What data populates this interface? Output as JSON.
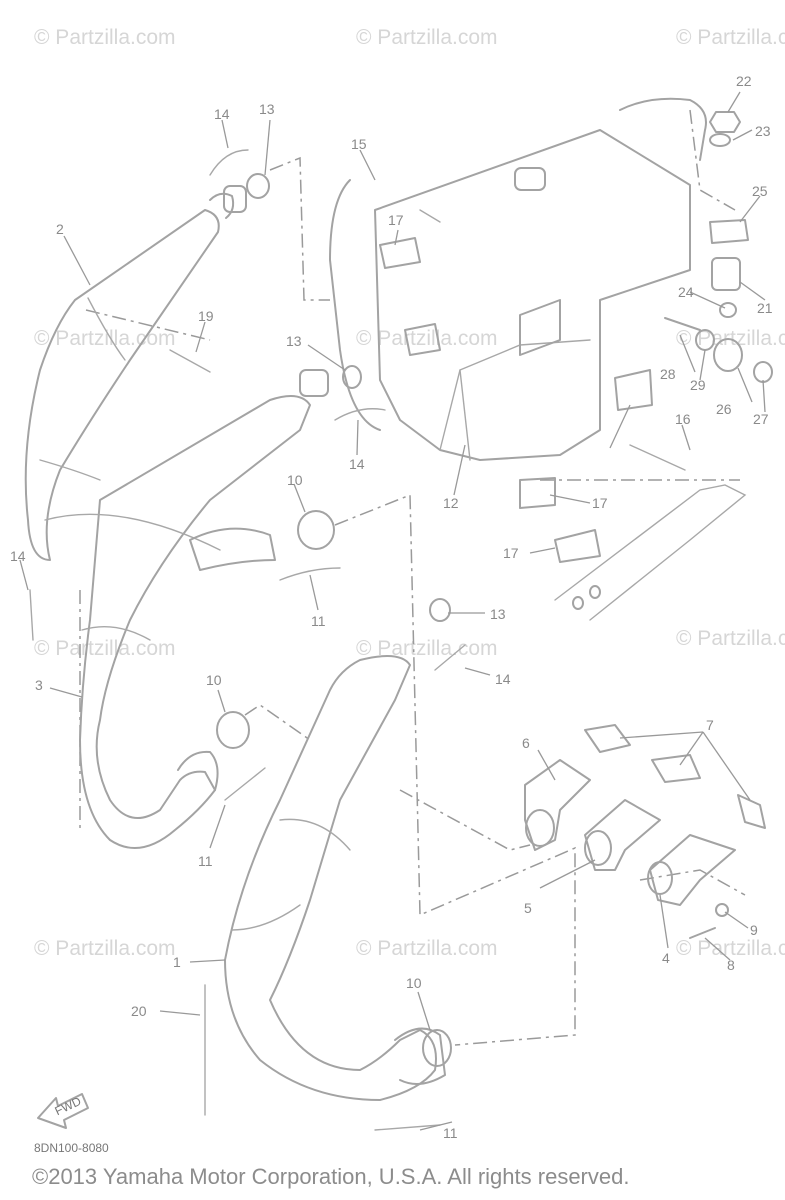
{
  "watermark": {
    "text": "© Partzilla.com",
    "color": "#d6d6d6"
  },
  "diagram_code": "8DN100-8080",
  "copyright": "©2013 Yamaha Motor Corporation, U.S.A. All rights reserved.",
  "fwd_label": "FWD",
  "callouts": [
    "1",
    "2",
    "3",
    "4",
    "5",
    "6",
    "7",
    "8",
    "9",
    "10",
    "10",
    "10",
    "10",
    "11",
    "11",
    "11",
    "11",
    "12",
    "13",
    "13",
    "13",
    "13",
    "14",
    "14",
    "14",
    "14",
    "14",
    "15",
    "16",
    "17",
    "17",
    "17",
    "17",
    "19",
    "20",
    "21",
    "22",
    "23",
    "24",
    "25",
    "26",
    "27",
    "28",
    "29"
  ],
  "line_color": "#a3a3a3"
}
